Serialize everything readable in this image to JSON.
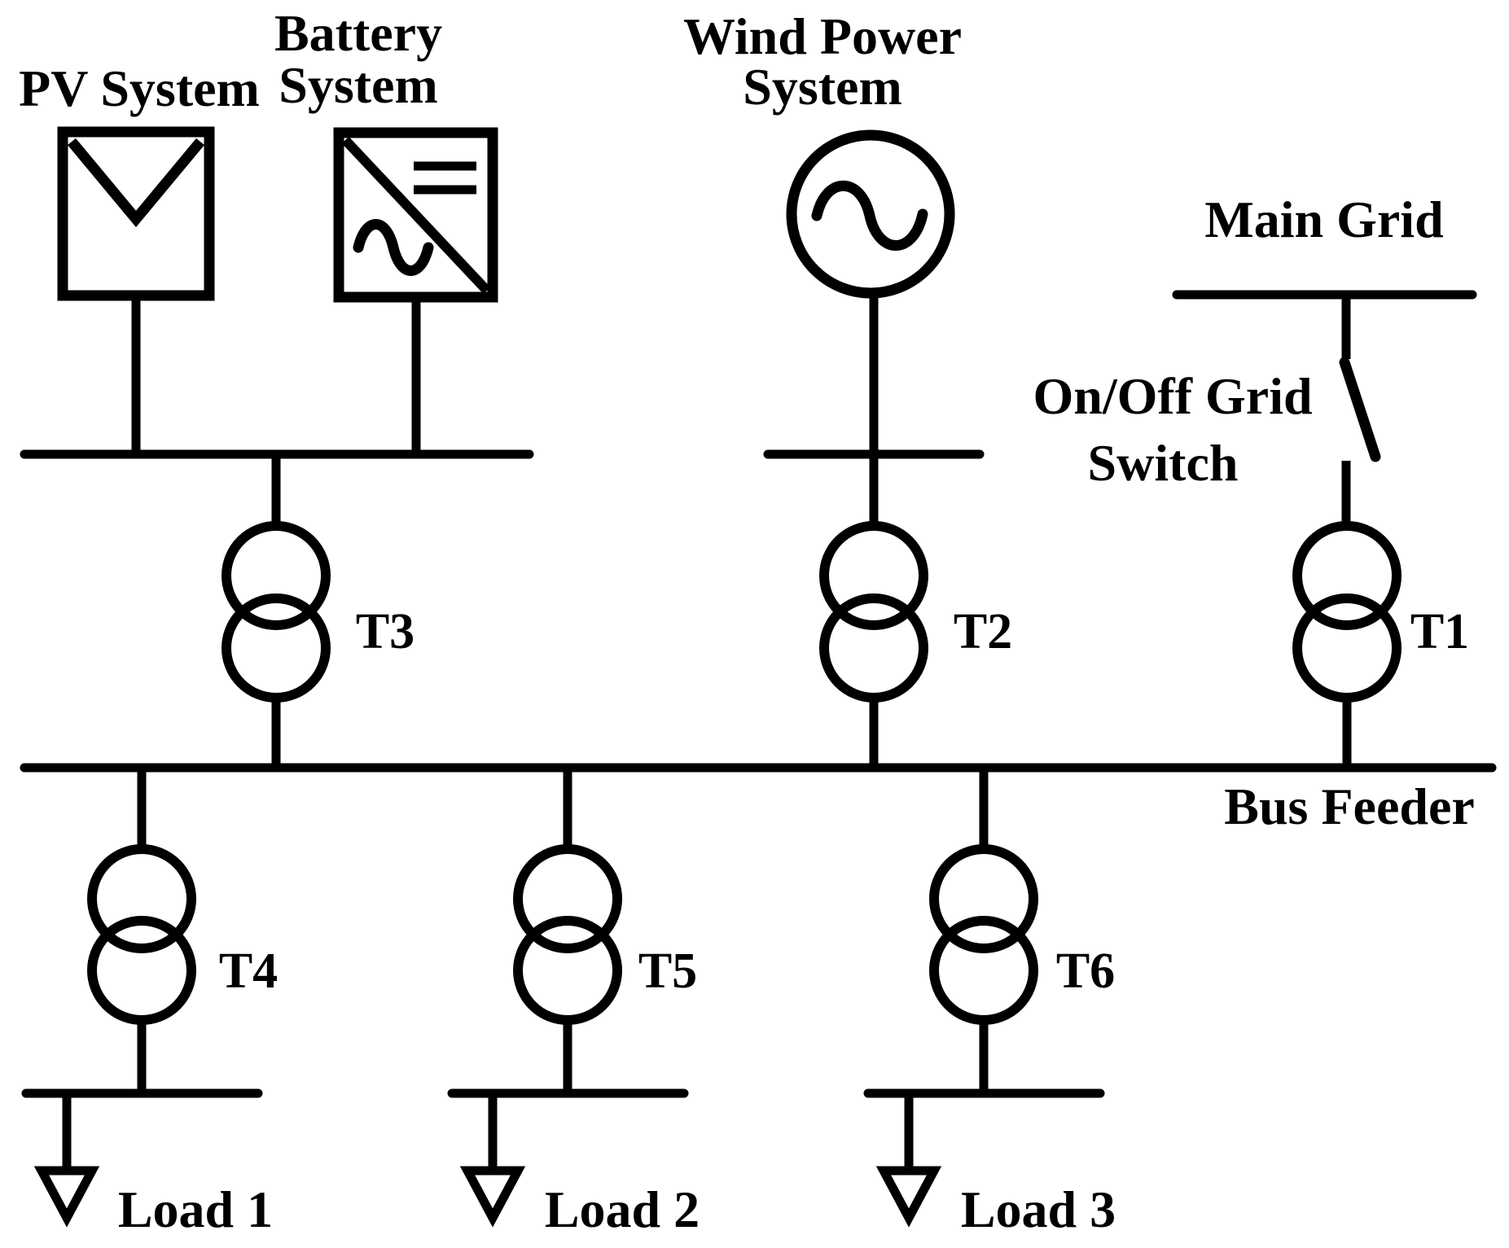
{
  "diagram": {
    "type": "single-line-electrical-diagram",
    "background_color": "#ffffff",
    "line_color": "#000000",
    "labels": {
      "pv_system": "PV System",
      "battery_line1": "Battery",
      "battery_line2": "System",
      "wind_line1": "Wind Power",
      "wind_line2": "System",
      "main_grid": "Main Grid",
      "switch_line1": "On/Off Grid",
      "switch_line2": "Switch",
      "bus_feeder": "Bus Feeder"
    },
    "transformers": {
      "t1": "T1",
      "t2": "T2",
      "t3": "T3",
      "t4": "T4",
      "t5": "T5",
      "t6": "T6"
    },
    "loads": {
      "load1": "Load 1",
      "load2": "Load 2",
      "load3": "Load 3"
    }
  }
}
